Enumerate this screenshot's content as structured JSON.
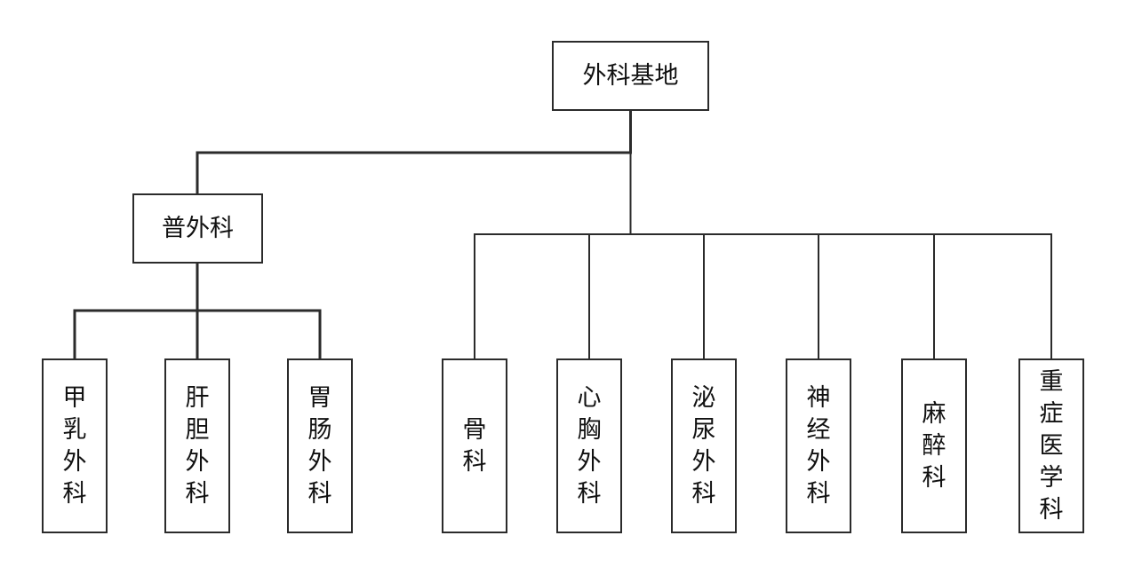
{
  "diagram": {
    "type": "org-chart",
    "root": {
      "label": "外科基地",
      "children": [
        {
          "label": "普外科",
          "children": [
            {
              "label": "甲乳外科"
            },
            {
              "label": "肝胆外科"
            },
            {
              "label": "胃肠外科"
            }
          ]
        },
        {
          "label": "骨科"
        },
        {
          "label": "心胸外科"
        },
        {
          "label": "泌尿外科"
        },
        {
          "label": "神经外科"
        },
        {
          "label": "麻醉科"
        },
        {
          "label": "重症医学科"
        }
      ]
    },
    "colors": {
      "line": "#2b2b2b",
      "box_border": "#2b2b2b",
      "text": "#111111",
      "background": "#ffffff"
    }
  }
}
